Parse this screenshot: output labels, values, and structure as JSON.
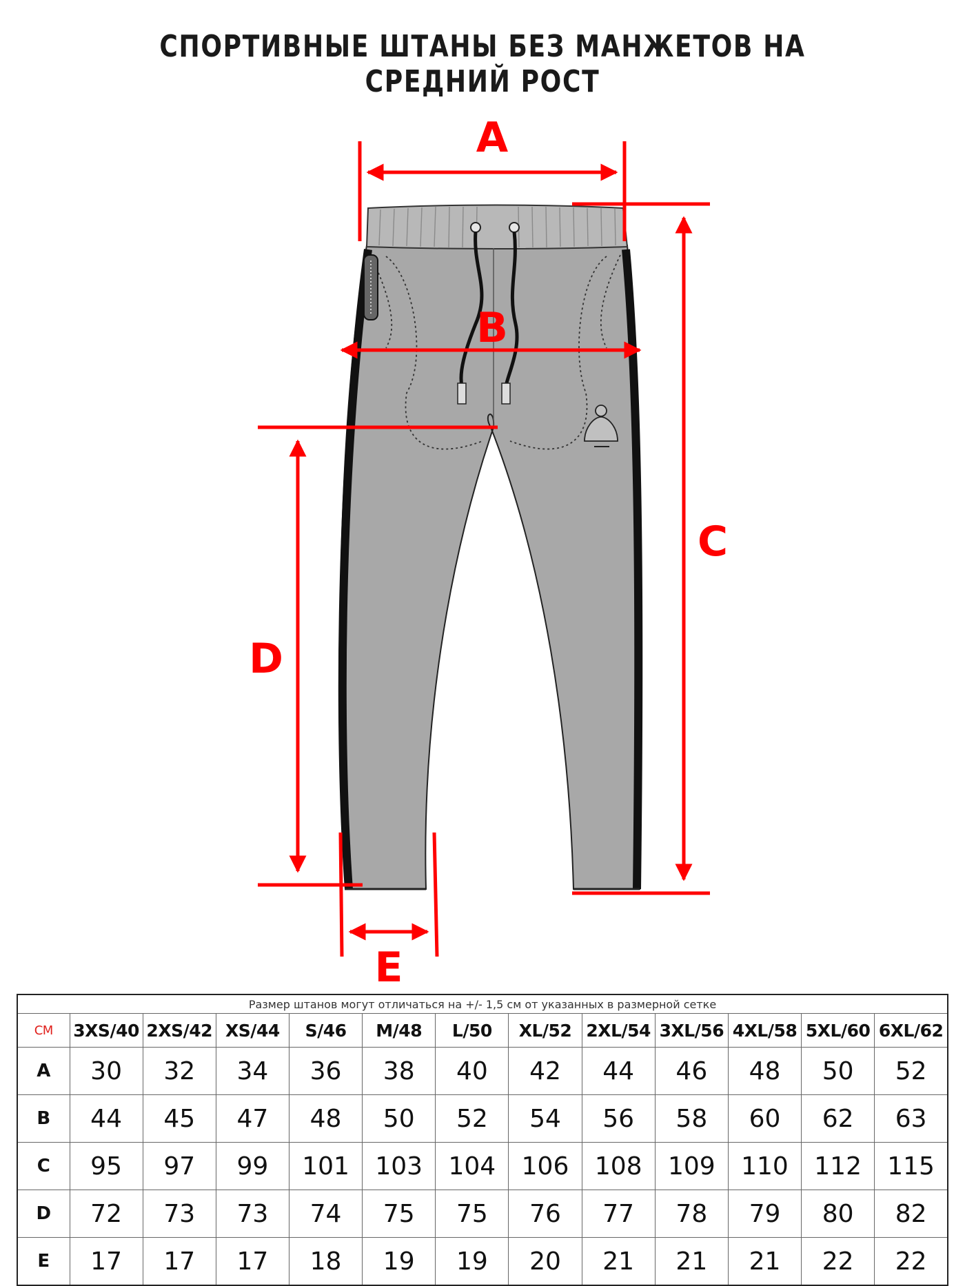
{
  "title": "СПОРТИВНЫЕ ШТАНЫ БЕЗ МАНЖЕТОВ НА СРЕДНИЙ РОСТ",
  "diagram": {
    "labels": {
      "a": "A",
      "b": "B",
      "c": "C",
      "d": "D",
      "e": "E"
    },
    "colors": {
      "measure": "#ff0000",
      "garment": "#a8a8a8",
      "waistband": "#b8b8b8",
      "stripe": "#111111"
    }
  },
  "table": {
    "note": "Размер штанов могут отличаться на +/- 1,5 см от указанных в размерной сетке",
    "unit": "СМ",
    "sizes": [
      "3XS/40",
      "2XS/42",
      "XS/44",
      "S/46",
      "M/48",
      "L/50",
      "XL/52",
      "2XL/54",
      "3XL/56",
      "4XL/58",
      "5XL/60",
      "6XL/62"
    ],
    "rows": [
      {
        "label": "A",
        "values": [
          "30",
          "32",
          "34",
          "36",
          "38",
          "40",
          "42",
          "44",
          "46",
          "48",
          "50",
          "52"
        ]
      },
      {
        "label": "B",
        "values": [
          "44",
          "45",
          "47",
          "48",
          "50",
          "52",
          "54",
          "56",
          "58",
          "60",
          "62",
          "63"
        ]
      },
      {
        "label": "C",
        "values": [
          "95",
          "97",
          "99",
          "101",
          "103",
          "104",
          "106",
          "108",
          "109",
          "110",
          "112",
          "115"
        ]
      },
      {
        "label": "D",
        "values": [
          "72",
          "73",
          "73",
          "74",
          "75",
          "75",
          "76",
          "77",
          "78",
          "79",
          "80",
          "82"
        ]
      },
      {
        "label": "E",
        "values": [
          "17",
          "17",
          "17",
          "18",
          "19",
          "19",
          "20",
          "21",
          "21",
          "21",
          "22",
          "22"
        ]
      }
    ]
  }
}
